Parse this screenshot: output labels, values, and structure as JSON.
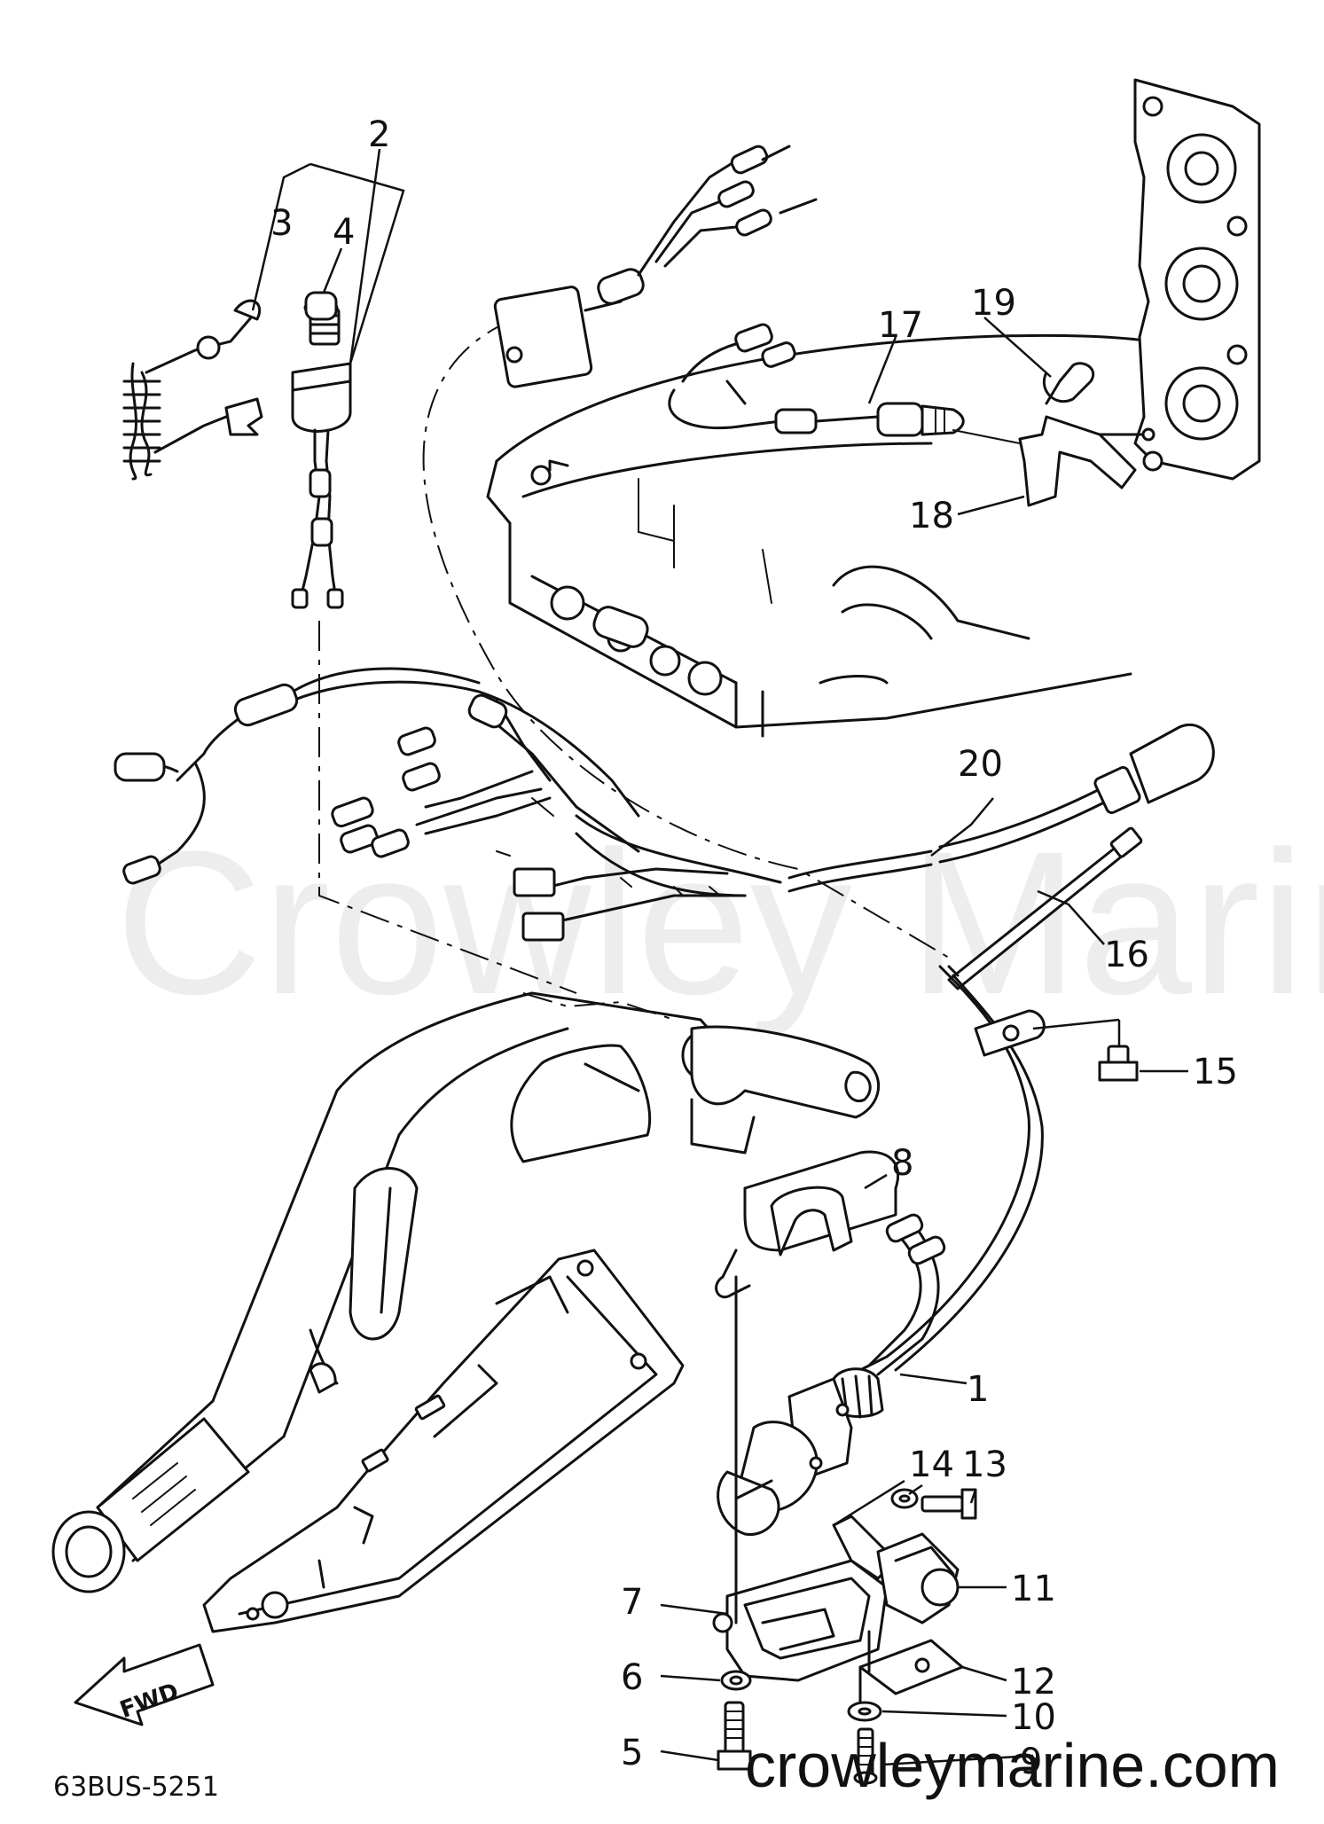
{
  "watermark_center": "Crowley Marine",
  "watermark_url": "crowleymarine.com",
  "diagram_code": "63BUS-5251",
  "direction_label": "FWD",
  "callouts": [
    {
      "id": "c1",
      "label": "1"
    },
    {
      "id": "c2",
      "label": "2"
    },
    {
      "id": "c3",
      "label": "3"
    },
    {
      "id": "c4",
      "label": "4"
    },
    {
      "id": "c5",
      "label": "5"
    },
    {
      "id": "c6",
      "label": "6"
    },
    {
      "id": "c7",
      "label": "7"
    },
    {
      "id": "c8",
      "label": "8"
    },
    {
      "id": "c9",
      "label": "9"
    },
    {
      "id": "c10",
      "label": "10"
    },
    {
      "id": "c11",
      "label": "11"
    },
    {
      "id": "c12",
      "label": "12"
    },
    {
      "id": "c13",
      "label": "13"
    },
    {
      "id": "c14",
      "label": "14"
    },
    {
      "id": "c15",
      "label": "15"
    },
    {
      "id": "c16",
      "label": "16"
    },
    {
      "id": "c17",
      "label": "17"
    },
    {
      "id": "c18",
      "label": "18"
    },
    {
      "id": "c19",
      "label": "19"
    },
    {
      "id": "c20",
      "label": "20"
    }
  ]
}
